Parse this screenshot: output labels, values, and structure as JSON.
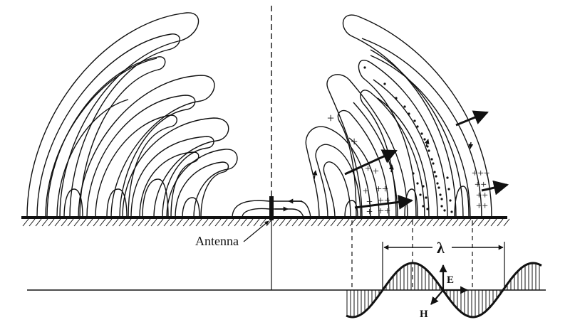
{
  "labels": {
    "antenna": "Antenna",
    "wavelength": "λ",
    "electric_field": "E",
    "magnetic_field": "H"
  },
  "markers": {
    "plus": "+",
    "double_plus": "++",
    "triple_plus": "+++"
  },
  "colors": {
    "ink": "#111111",
    "background": "#ffffff"
  }
}
